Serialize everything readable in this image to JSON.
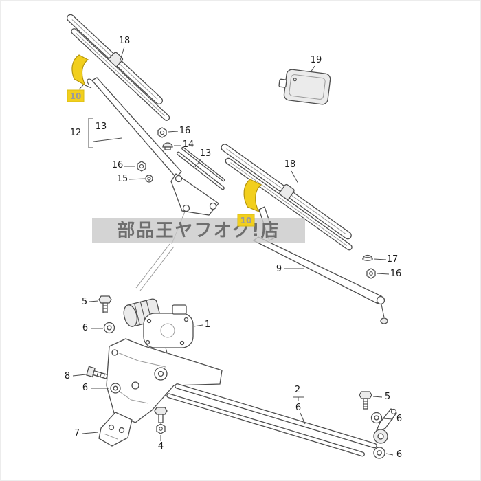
{
  "image": {
    "kind": "wiper-linkage-parts-diagram",
    "background": "#ffffff"
  },
  "watermark": {
    "text": "部品王ヤフオク!店"
  },
  "colors": {
    "highlight": "#f2cf1d",
    "band": "#c9c9c9"
  },
  "callouts": {
    "blade_top": "18",
    "cover_top": "10",
    "assembly_left": "12",
    "arm_left": "13",
    "nut_top": "16",
    "cap_14": "14",
    "refill_13": "13",
    "nut_left": "16",
    "washer_15": "15",
    "relay": "19",
    "blade_right": "18",
    "cover_right": "10",
    "link_arm": "9",
    "cap_17": "17",
    "nut_right": "16",
    "motor": "1",
    "bolt_5_left": "5",
    "grommet_6_left_upper": "6",
    "bolt_8": "8",
    "grommet_6_left_lower": "6",
    "bracket_7": "7",
    "bolt_4": "4",
    "frame_2": "2",
    "grommet_6_mid": "6",
    "bolt_5_right": "5",
    "grommet_6_right_upper": "6",
    "grommet_6_right_lower": "6"
  }
}
